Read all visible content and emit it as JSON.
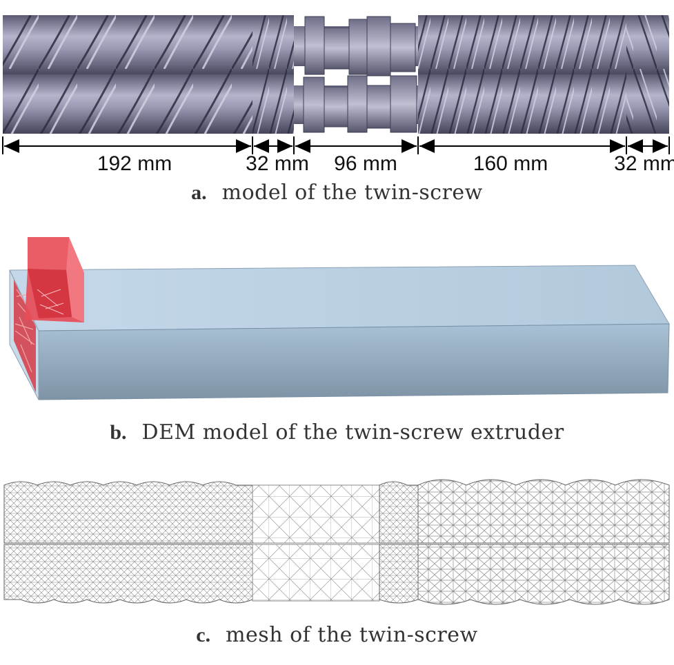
{
  "panel_a": {
    "segments": [
      {
        "label": "192 mm",
        "kind": "coarse-flight"
      },
      {
        "label": "32 mm",
        "kind": "fine-flight"
      },
      {
        "label": "96 mm",
        "kind": "kneading-block"
      },
      {
        "label": "160 mm",
        "kind": "fine-flight"
      },
      {
        "label": "32 mm",
        "kind": "reverse-flight"
      }
    ],
    "caption_letter": "a.",
    "caption_text": "model of the twin-screw"
  },
  "panel_b": {
    "caption_letter": "b.",
    "caption_text": "DEM model of the twin-screw extruder"
  },
  "panel_c": {
    "caption_letter": "c.",
    "caption_text": "mesh of the twin-screw"
  },
  "colors": {
    "screw_metal": "#8c8ca8",
    "screw_dark": "#4a4a63",
    "barrel": "#b6cde0",
    "hopper_red": "#e0303a",
    "mesh_line": "#7a7a7a"
  }
}
